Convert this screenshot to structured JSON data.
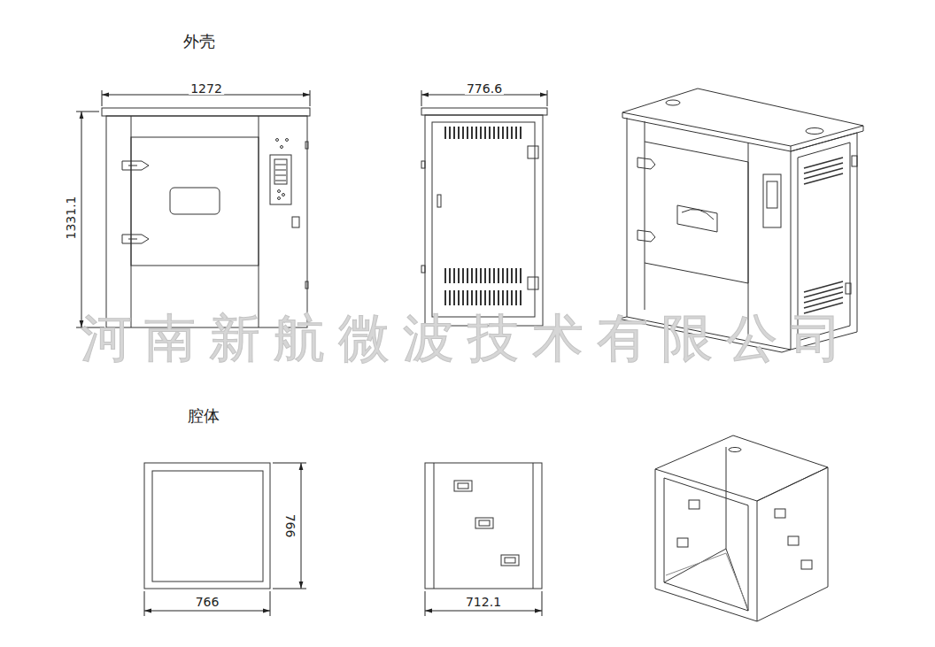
{
  "diagram": {
    "labels": [
      "外壳",
      "1272",
      "1331.1",
      "776.6",
      "河南新航微波技术有限公司",
      "腔体",
      "766",
      "766",
      "712.1"
    ]
  }
}
